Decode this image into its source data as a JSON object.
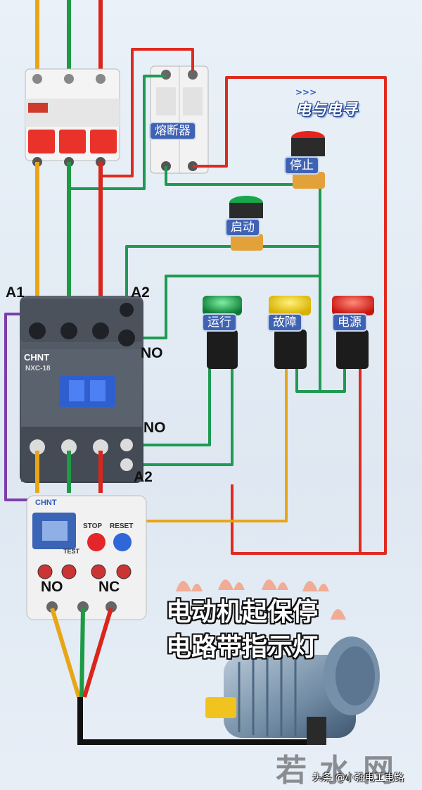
{
  "brand": {
    "arrows": ">>>",
    "name": "电与电寻"
  },
  "components": {
    "fuse_label": "熔断器",
    "stop_label": "停止",
    "start_label": "启动",
    "run_label": "运行",
    "fault_label": "故障",
    "power_label": "电源",
    "contactor_brand": "CHNT",
    "contactor_model": "NXC-18",
    "relay_brand": "CHNT",
    "relay_stop": "STOP",
    "relay_reset": "RESET",
    "relay_test": "TEST"
  },
  "terminals": {
    "a1": "A1",
    "a2_top": "A2",
    "no_top": "NO",
    "no_mid": "NO",
    "a2_bottom": "A2",
    "relay_no": "NO",
    "relay_nc": "NC"
  },
  "caption": {
    "line1": "电动机起保停",
    "line2": "电路带指示灯"
  },
  "watermark": {
    "big": "若水网",
    "small": "头条 @小强电工电路"
  },
  "colors": {
    "phase_l1": "#e8a617",
    "phase_l2": "#1d9a43",
    "phase_l3": "#d9261c",
    "control_red": "#e02a1f",
    "control_green": "#1e9a52",
    "coil_purple": "#7a3fa8",
    "neutral_black": "#111111",
    "label_blue": "#3f63b4"
  }
}
